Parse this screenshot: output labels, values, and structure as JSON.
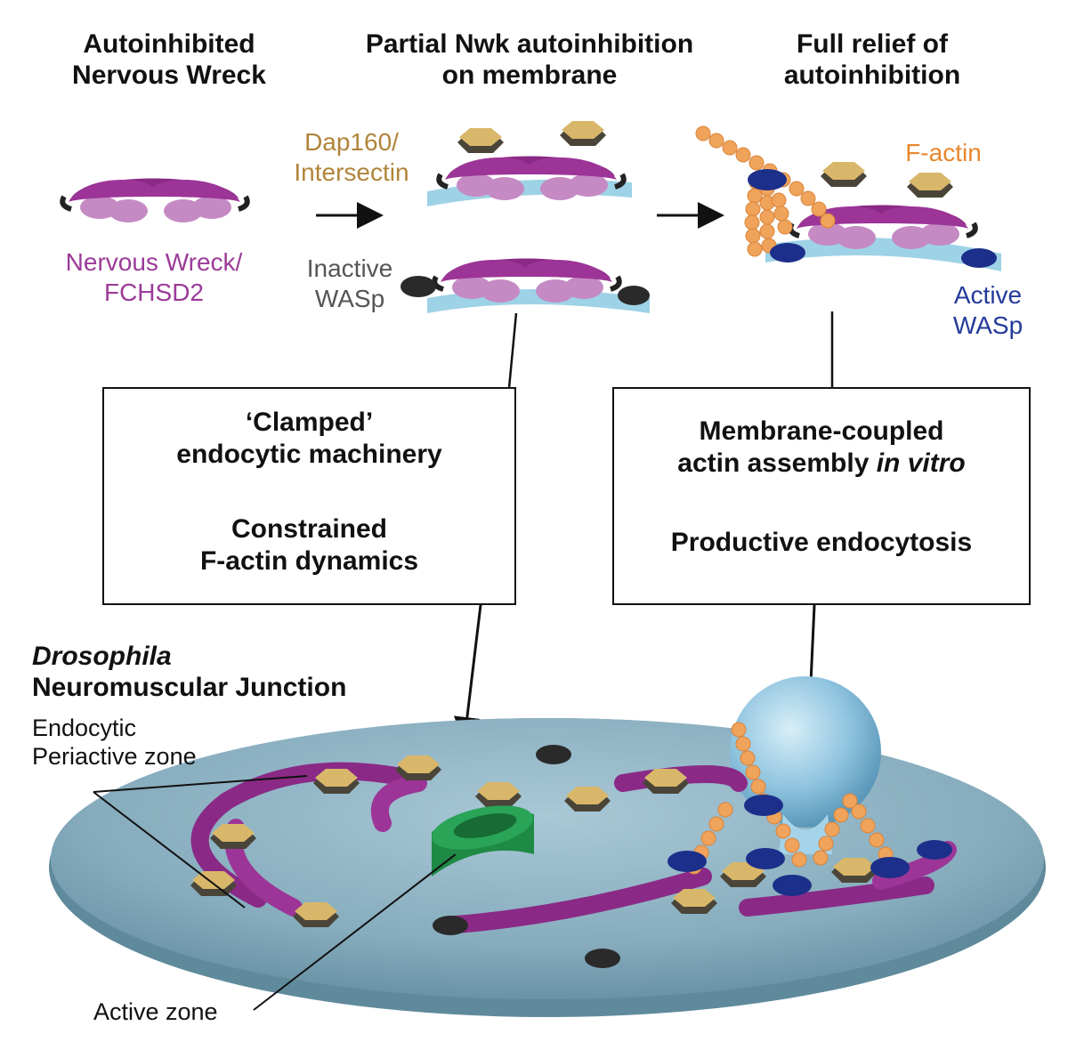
{
  "headers": {
    "col1_line1": "Autoinhibited",
    "col1_line2": "Nervous Wreck",
    "col2_line1": "Partial Nwk autoinhibition",
    "col2_line2": "on membrane",
    "col3_line1": "Full relief of",
    "col3_line2": "autoinhibition"
  },
  "labels": {
    "nwk_line1": "Nervous Wreck/",
    "nwk_line2": "FCHSD2",
    "dap_line1": "Dap160/",
    "dap_line2": "Intersectin",
    "inactive_line1": "Inactive",
    "inactive_line2": "WASp",
    "factin": "F-actin",
    "active_line1": "Active",
    "active_line2": "WASp"
  },
  "box_left": {
    "line1": "‘Clamped’",
    "line2": "endocytic machinery",
    "line3": "Constrained",
    "line4": "F-actin dynamics"
  },
  "box_right": {
    "line1": "Membrane-coupled",
    "line2_plain": "actin assembly ",
    "line2_italic": "in vitro",
    "line3": "Productive endocytosis"
  },
  "nmj": {
    "title_italic": "Drosophila",
    "title_bold": "Neuromuscular Junction",
    "periactive_line1": "Endocytic",
    "periactive_line2": "Periactive zone",
    "active_zone": "Active zone"
  },
  "colors": {
    "nwk_purple": "#8a2a86",
    "nwk_light": "#c58ac4",
    "dap_gold": "#d9b76a",
    "dap_dark": "#4a4538",
    "inactive_wasp": "#2a2a2a",
    "active_wasp": "#1c2f8a",
    "factin_orange": "#f0a35a",
    "membrane_blue": "#9ed2e6",
    "active_zone_green": "#1f8a45",
    "nmj_disc": "#8fb5c5"
  }
}
